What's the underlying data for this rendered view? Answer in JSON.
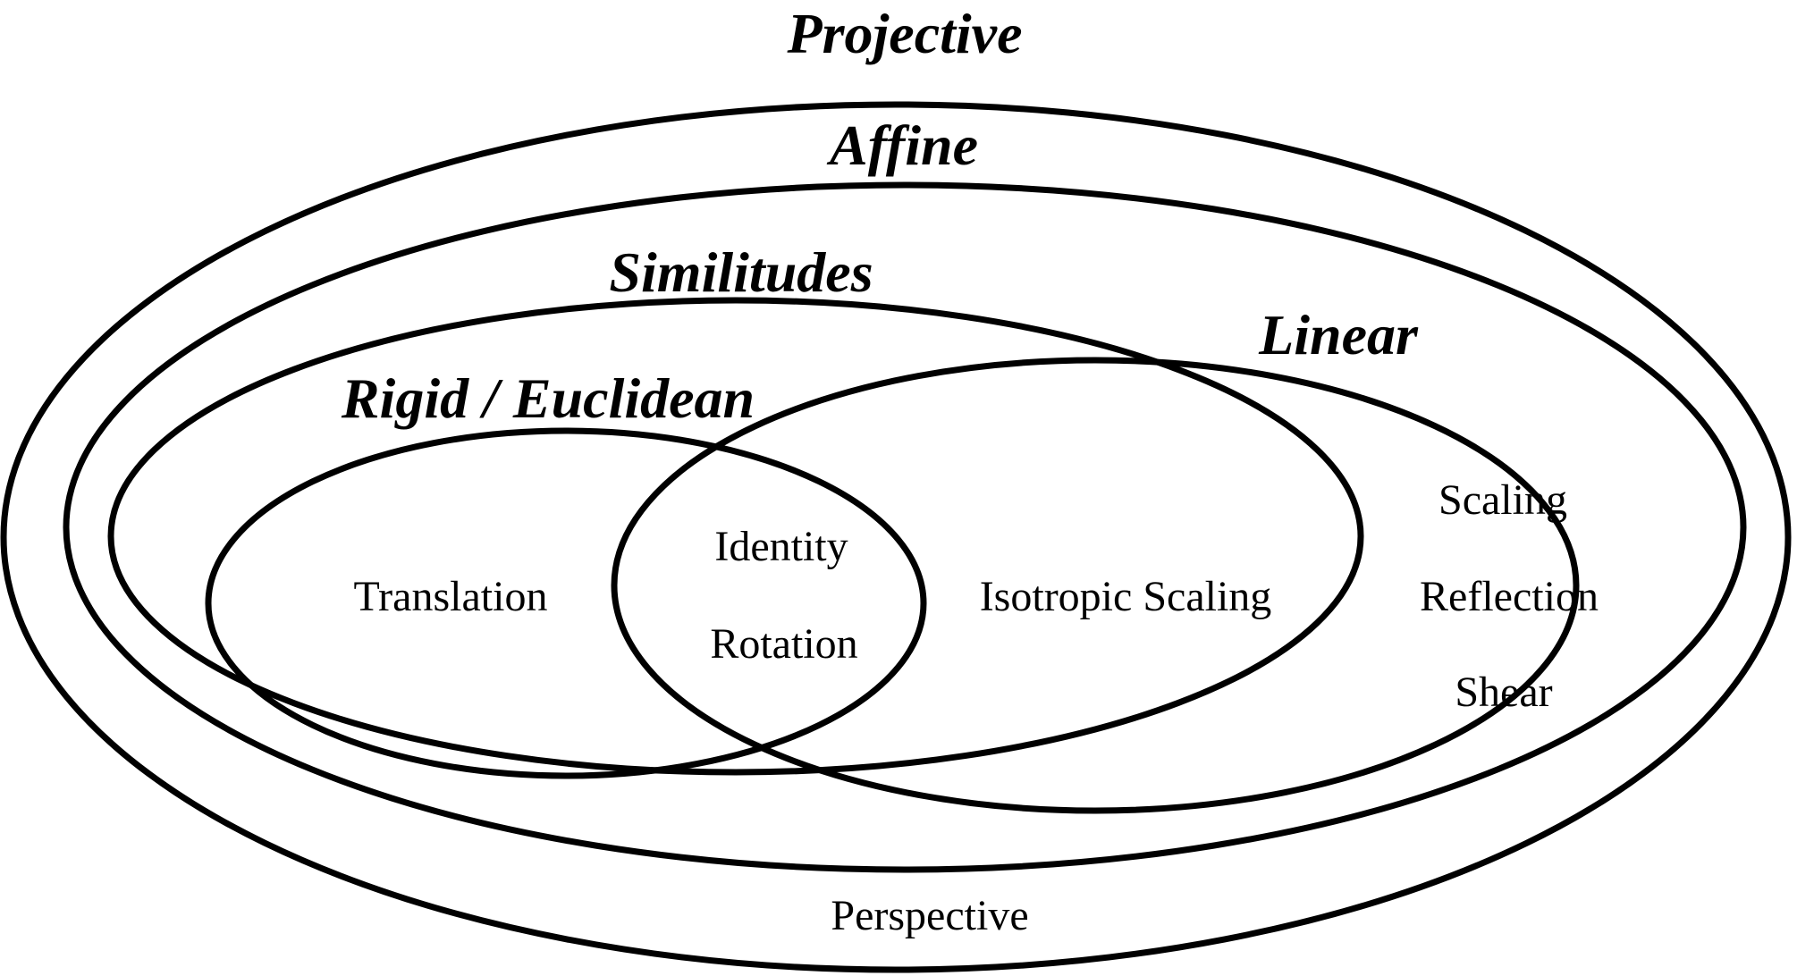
{
  "sets": {
    "projective": {
      "title": "Projective",
      "members": [
        "Perspective"
      ]
    },
    "affine": {
      "title": "Affine",
      "members": []
    },
    "similitudes": {
      "title": "Similitudes",
      "members": [
        "Isotropic Scaling"
      ]
    },
    "rigid_euclidean": {
      "title": "Rigid / Euclidean",
      "members": [
        "Translation"
      ]
    },
    "linear": {
      "title": "Linear",
      "members": [
        "Scaling",
        "Reflection",
        "Shear"
      ]
    },
    "rigid_and_linear": {
      "members": [
        "Identity",
        "Rotation"
      ]
    }
  },
  "colors": {
    "stroke": "#000000",
    "background": "#ffffff",
    "text": "#000000"
  }
}
